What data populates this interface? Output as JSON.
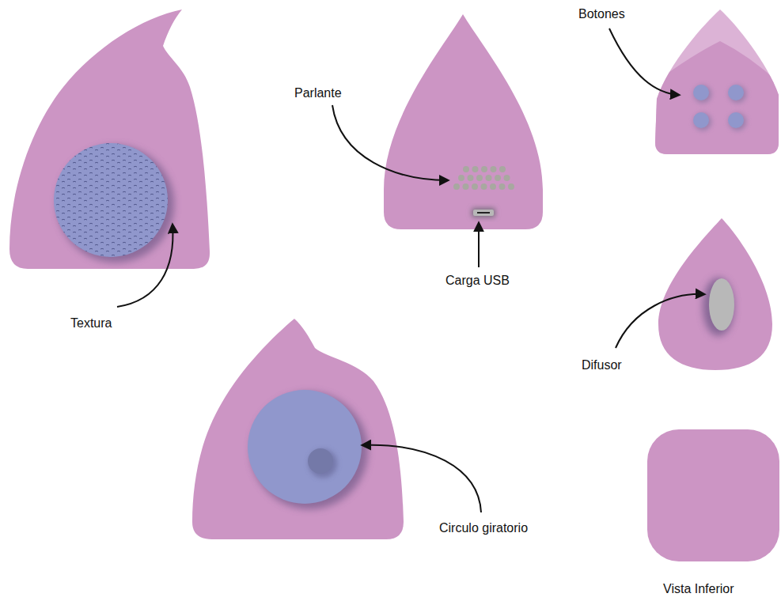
{
  "diagram": {
    "labels": [
      "Textura",
      "Parlante",
      "Carga USB",
      "Botones",
      "Difusor",
      "Circulo giratorio",
      "Vista Inferior"
    ]
  }
}
